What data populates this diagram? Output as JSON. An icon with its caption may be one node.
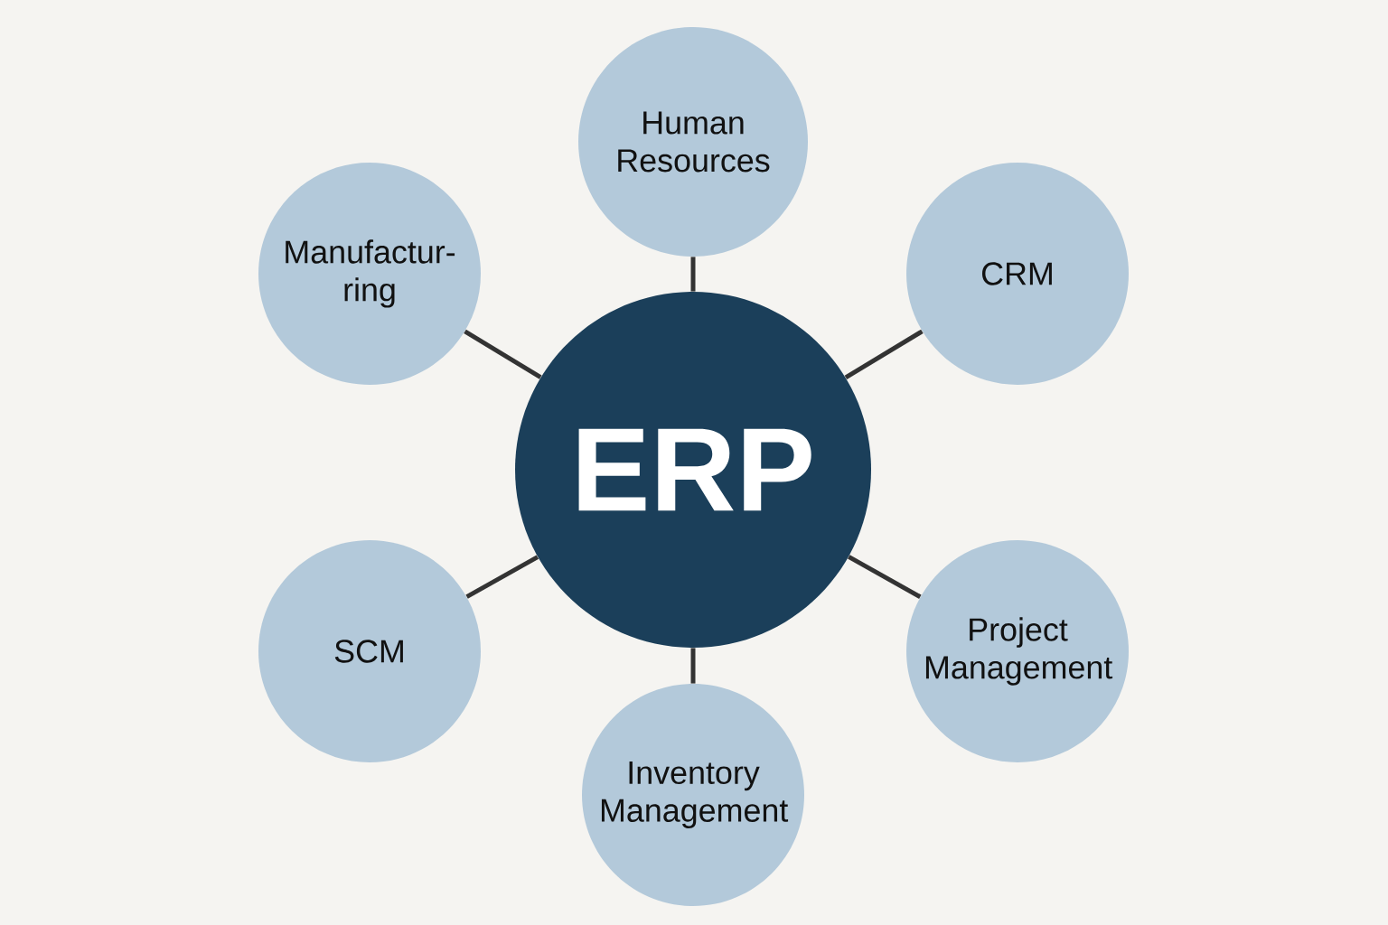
{
  "diagram": {
    "nodes": [
      {
        "text": [
          "ERP"
        ]
      },
      {
        "text": [
          "Human Resources"
        ]
      },
      {
        "text": [
          "CRM"
        ]
      },
      {
        "text": [
          "Project Management"
        ]
      },
      {
        "text": [
          "Inventory Management"
        ]
      },
      {
        "text": [
          "SCM"
        ]
      },
      {
        "text": [
          "Manufactur- ring"
        ]
      }
    ],
    "edges": [
      {
        "from": 0,
        "to": 1,
        "arrow": "none"
      },
      {
        "from": 0,
        "to": 2,
        "arrow": "none"
      },
      {
        "from": 0,
        "to": 3,
        "arrow": "none"
      },
      {
        "from": 0,
        "to": 4,
        "arrow": "none"
      },
      {
        "from": 0,
        "to": 5,
        "arrow": "none"
      },
      {
        "from": 0,
        "to": 6,
        "arrow": "none"
      }
    ]
  }
}
